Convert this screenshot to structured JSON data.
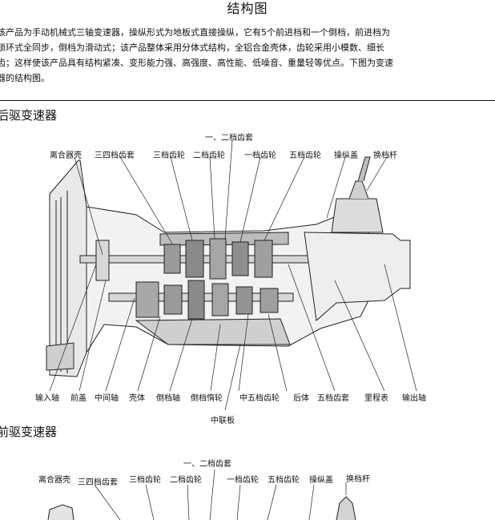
{
  "title": "结构图",
  "intro_lines": [
    "该产品为手动机械式三轴变速器，操纵形式为地板式直接操纵，它有5个前进档和一个倒档，前进档为",
    "锁环式全同步，倒档为滑动式；该产品整体采用分体式结构，全铝合金壳体，齿轮采用小模数、细长",
    "齿；这样使该产品具有结构紧凑、变形能力强、高强度、高性能、低噪音、重量轻等优点。下图为变速",
    "器的结构图。"
  ],
  "diagram1": {
    "heading": "后驱变速器",
    "top_labels": {
      "gear12": "一、二档齿套",
      "clutch_housing": "离合器壳",
      "sync34": "三四档齿套",
      "gear3": "三档齿轮",
      "gear2": "二档齿轮",
      "gear1": "一档齿轮",
      "gear5": "五档齿轮",
      "cover": "操纵盖",
      "lever": "换档杆"
    },
    "bottom_labels": {
      "input_shaft": "输入轴",
      "front_cover": "前盖",
      "countershaft": "中间轴",
      "housing": "壳体",
      "reverse_shaft": "倒档轴",
      "reverse_idler": "倒档惰轮",
      "counter5": "中五档齿轮",
      "rear_housing": "后体",
      "sleeve5": "五档齿套",
      "odometer": "里程表",
      "output_shaft": "输出轴",
      "mid_plate": "中联板"
    }
  },
  "diagram2": {
    "heading": "前驱变速器",
    "top_labels": {
      "gear12": "一、二档齿套",
      "clutch_housing": "离合器壳",
      "sync34": "三四档齿套",
      "gear3": "三档齿轮",
      "gear2": "二档齿轮",
      "gear1": "一档齿轮",
      "gear5": "五档齿轮",
      "cover": "操纵盖",
      "lever": "换档杆"
    }
  }
}
